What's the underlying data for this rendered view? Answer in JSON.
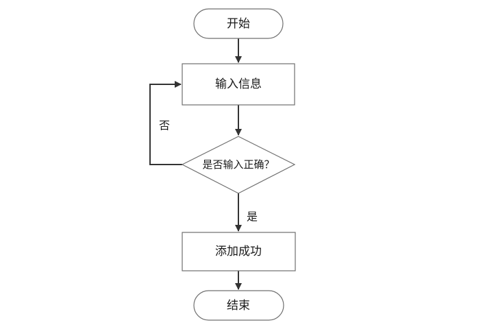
{
  "nodes": {
    "start": "开始",
    "input": "输入信息",
    "decision": "是否输入正确？",
    "success": "添加成功",
    "end": "结束"
  },
  "edges": {
    "no_label": "否",
    "yes_label": "是"
  }
}
